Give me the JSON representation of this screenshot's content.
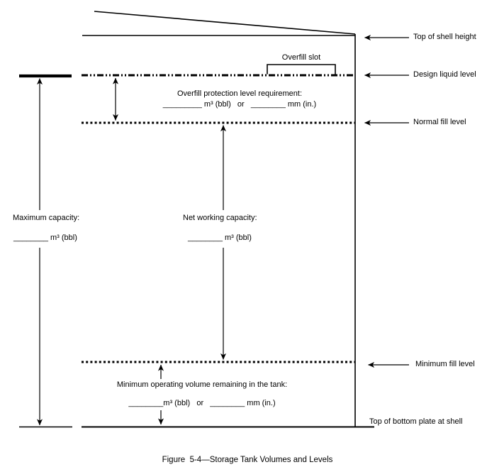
{
  "figure_caption": "Figure  5-4—Storage Tank Volumes and Levels",
  "level_labels": {
    "top_of_shell_height": "Top of shell height",
    "design_liquid_level": "Design liquid level",
    "normal_fill_level": "Normal fill level",
    "minimum_fill_level": "Minimum fill level",
    "top_of_bottom_plate_at_shell": "Top of bottom plate at shell"
  },
  "tank": {
    "overfill_slot_label": "Overfill slot"
  },
  "annotations": {
    "overfill_protection": {
      "title": "Overfill protection level requirement:",
      "blank_line": "_________ m³ (bbl)   or   ________ mm (in.)"
    },
    "maximum_capacity": {
      "title": "Maximum capacity:",
      "blank_line": "________ m³ (bbl)"
    },
    "net_working_capacity": {
      "title": "Net working capacity:",
      "blank_line": "________ m³ (bbl)"
    },
    "minimum_operating_volume": {
      "title": "Minimum operating volume remaining in the tank:",
      "blank_line": "________m³ (bbl)   or   ________ mm (in.)"
    }
  },
  "colors": {
    "ink": "#000000",
    "background": "#ffffff"
  }
}
